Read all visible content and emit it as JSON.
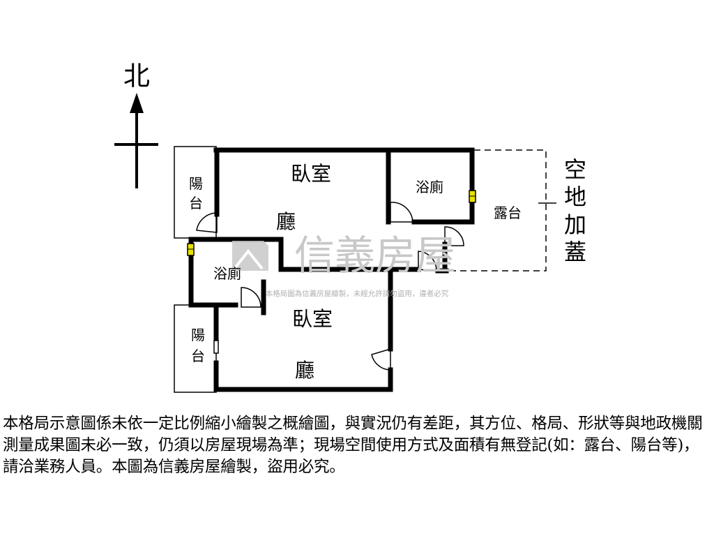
{
  "compass": {
    "north_label": "北"
  },
  "rooms": {
    "balcony_upper": [
      "陽",
      "台"
    ],
    "bedroom_upper": "臥室",
    "living_upper": "廳",
    "bathroom_upper": "浴廁",
    "terrace": "露台",
    "bathroom_lower": "浴廁",
    "balcony_lower": [
      "陽",
      "台"
    ],
    "bedroom_lower": "臥室",
    "living_lower": "廳"
  },
  "annex": {
    "label": [
      "空",
      "地",
      "加",
      "蓋"
    ]
  },
  "watermark": {
    "brand": "信義房屋",
    "notice": "本格局圖為信義房屋繪製，未經允許請勿盜用，違者必究"
  },
  "disclaimer": {
    "text": "本格局示意圖係未依一定比例縮小繪製之概繪圖，與實況仍有差距，其方位、格局、形狀等與地政機關測量成果圖未必一致，仍須以房屋現場為準；現場空間使用方式及面積有無登記(如：露台、陽台等)，請洽業務人員。本圖為信義房屋繪製，盜用必究。"
  },
  "colors": {
    "wall": "#000000",
    "window_marker": "#e8e000",
    "watermark": "#c8c8c8"
  }
}
